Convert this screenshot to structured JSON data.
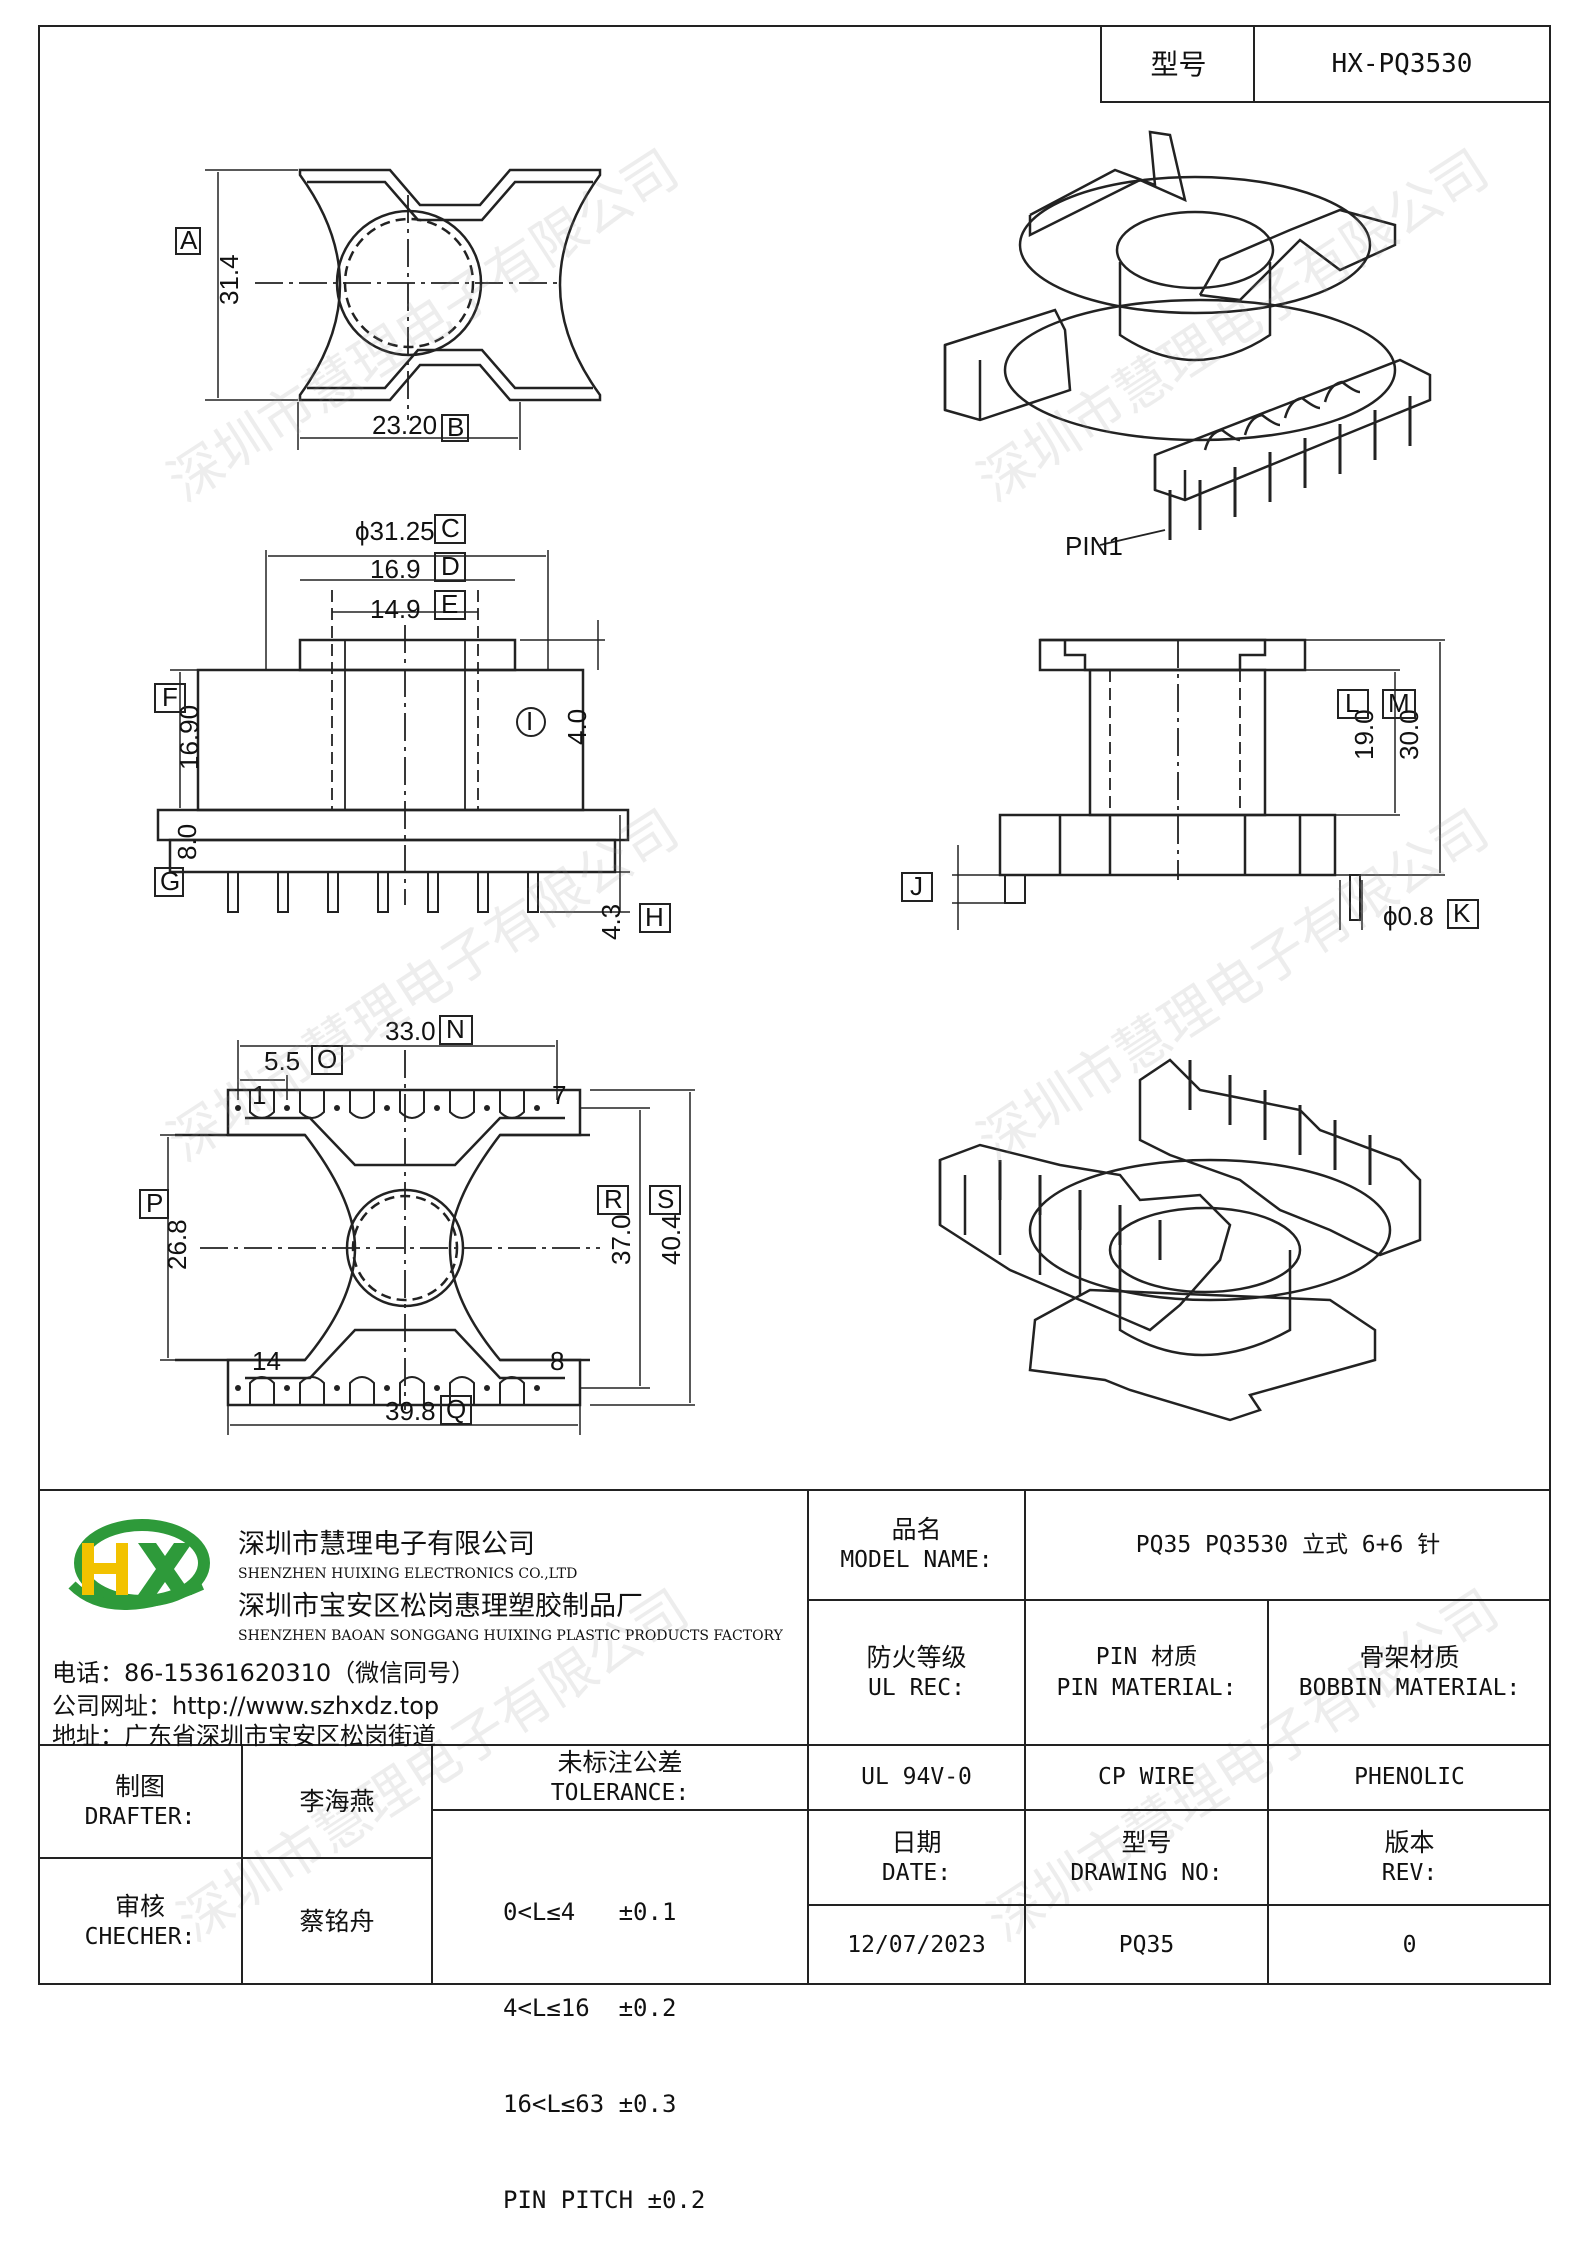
{
  "header": {
    "model_label": "型号",
    "model_value": "HX-PQ3530"
  },
  "dims": {
    "A": "31.4",
    "B": "23.20",
    "C": "ϕ31.25",
    "D": "16.9",
    "E": "14.9",
    "F": "16.90",
    "I": "4.0",
    "G": "8.0",
    "H": "4.3",
    "L": "19.0",
    "M": "30.0",
    "J": "",
    "K": "ϕ0.8",
    "N": "33.0",
    "O": "5.5",
    "P": "26.8",
    "R": "37.0",
    "S": "40.4",
    "Q": "39.8"
  },
  "labels": {
    "pin1": "PIN1",
    "pin14": "14",
    "pin8": "8",
    "pin1_small": "1",
    "pin7": "7",
    "letters": [
      "A",
      "B",
      "C",
      "D",
      "E",
      "F",
      "I",
      "G",
      "H",
      "L",
      "M",
      "J",
      "K",
      "N",
      "O",
      "P",
      "R",
      "S",
      "Q"
    ]
  },
  "company": {
    "logo_text": "HX",
    "name_cn": "深圳市慧理电子有限公司",
    "name_en": "SHENZHEN HUIXING ELECTRONICS CO.,LTD",
    "factory_cn": "深圳市宝安区松岗惠理塑胶制品厂",
    "factory_en": "SHENZHEN BAOAN SONGGANG HUIXING PLASTIC PRODUCTS FACTORY",
    "phone": "电话：86-15361620310（微信同号）",
    "website": "公司网址：http://www.szhxdz.top",
    "address": "地址：广东省深圳市宝安区松岗街道"
  },
  "titleblock": {
    "model_name_cn": "品名",
    "model_name_en": "MODEL NAME:",
    "model_name_value": "PQ35 PQ3530 立式 6+6 针",
    "ul_cn": "防火等级",
    "ul_en": "UL REC:",
    "pin_cn": "PIN 材质",
    "pin_en": "PIN MATERIAL:",
    "bobbin_cn": "骨架材质",
    "bobbin_en": "BOBBIN MATERIAL:",
    "ul_value": "UL 94V-0",
    "pin_value": "CP WIRE",
    "bobbin_value": "PHENOLIC",
    "date_cn": "日期",
    "date_en": "DATE:",
    "date_value": "12/07/2023",
    "drawing_cn": "型号",
    "drawing_en": "DRAWING NO:",
    "drawing_value": "PQ35",
    "rev_cn": "版本",
    "rev_en": "REV:",
    "rev_value": "0",
    "drafter_cn": "制图",
    "drafter_en": "DRAFTER:",
    "drafter_value": "李海燕",
    "checker_cn": "审核",
    "checker_en": "CHECHER:",
    "checker_value": "蔡铭舟",
    "tol_cn": "未标注公差",
    "tol_en": "TOLERANCE:",
    "tol_lines": [
      "0<L≤4   ±0.1",
      "4<L≤16  ±0.2",
      "16<L≤63 ±0.3",
      "PIN PITCH ±0.2"
    ]
  },
  "watermark": "深圳市慧理电子有限公司",
  "colors": {
    "logo_green": "#2e9a3a",
    "logo_yellow": "#f2c200",
    "line": "#222222"
  }
}
